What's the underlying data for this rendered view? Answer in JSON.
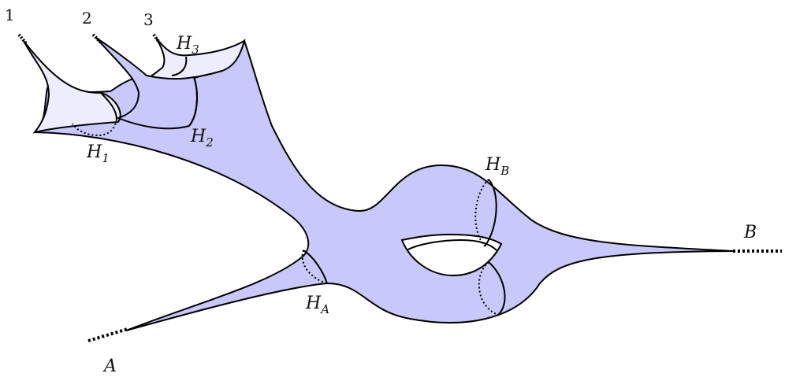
{
  "colors": {
    "surface_fill": "#c8c8fa",
    "surface_light": "#ededfd",
    "outline": "#000000",
    "background": "#ffffff"
  },
  "labels": {
    "end1": "1",
    "end2": "2",
    "end3": "3",
    "endA": "A",
    "endB": "B",
    "H1": {
      "main": "H",
      "sub": "1"
    },
    "H2": {
      "main": "H",
      "sub": "2"
    },
    "H3": {
      "main": "H",
      "sub": "3"
    },
    "HA": {
      "main": "H",
      "sub": "A"
    },
    "HB": {
      "main": "H",
      "sub": "B"
    }
  }
}
